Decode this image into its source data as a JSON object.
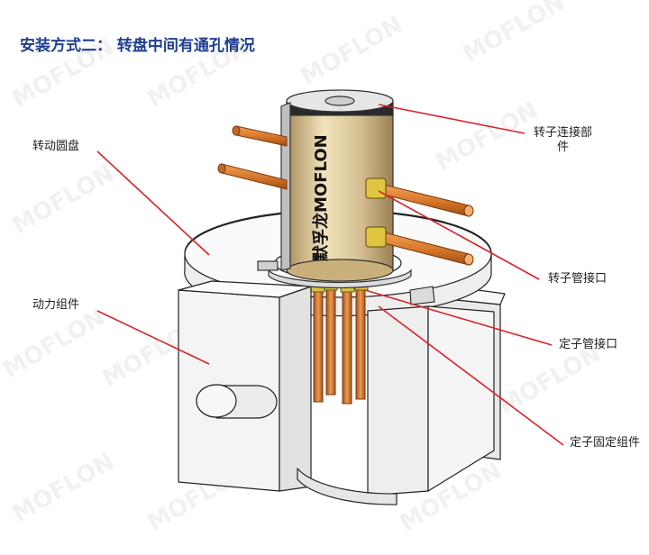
{
  "title": "安装方式二： 转盘中间有通孔情况",
  "watermark": "MOFLON",
  "body_brand": "默孚龙MOFLON",
  "labels": {
    "rotating_disc": "转动圆盘",
    "power_assembly": "动力组件",
    "rotor_connection_line1": "转子连接部",
    "rotor_connection_line2": "件",
    "rotor_pipe_port": "转子管接口",
    "stator_pipe_port": "定子管接口",
    "stator_fixing": "定子固定组件"
  },
  "colors": {
    "title": "#1f3f8f",
    "leader": "#d8232a",
    "copper": "#d97a2b",
    "brass": "#d8c49a",
    "block": "#f2f2f2"
  }
}
